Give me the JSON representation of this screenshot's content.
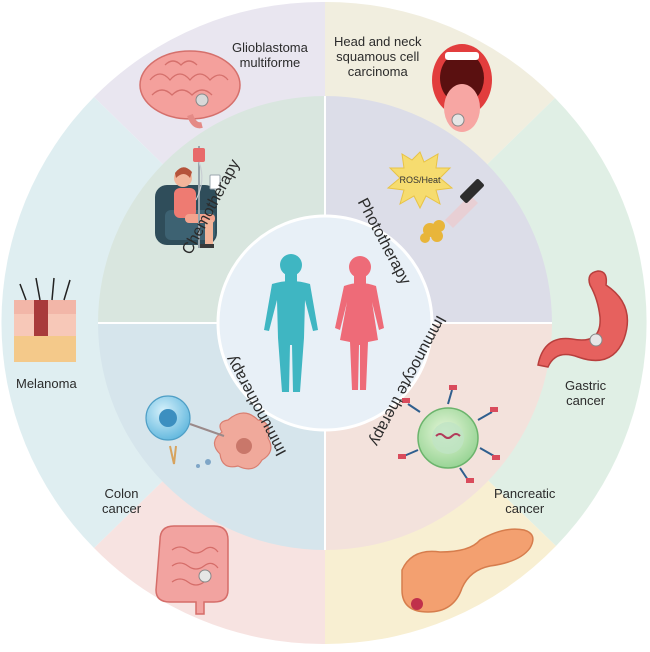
{
  "treatments": [
    {
      "id": "chemo",
      "label": "Chemotherapy"
    },
    {
      "id": "photo",
      "label": "Phototherapy"
    },
    {
      "id": "immunocyte",
      "label": "Immunocyte therapy"
    },
    {
      "id": "immuno",
      "label": "Immunotherapy"
    }
  ],
  "cancers": {
    "glioblastoma": [
      "Glioblastoma",
      "multiforme"
    ],
    "head_neck": [
      "Head and neck",
      "squamous cell",
      "carcinoma"
    ],
    "gastric": [
      "Gastric",
      "cancer"
    ],
    "pancreatic": [
      "Pancreatic",
      "cancer"
    ],
    "colon": [
      "Colon",
      "cancer"
    ],
    "melanoma": [
      "Melanoma"
    ]
  },
  "phototherapy_badge": "ROS/Heat",
  "colors": {
    "quad_chemo": "#d9e6df",
    "quad_photo": "#dcdde8",
    "quad_immunocyte": "#f3e2dc",
    "quad_immuno": "#d6e5ec",
    "center": "#e8f0f7",
    "male_figure": "#3fb6c2",
    "female_figure": "#ee6b78"
  }
}
